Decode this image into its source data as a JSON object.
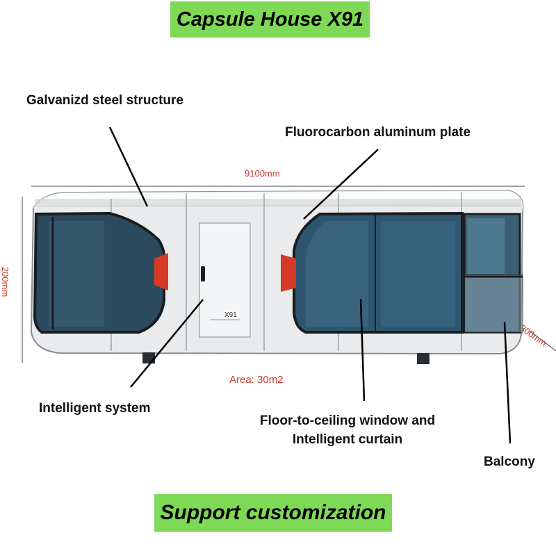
{
  "title": "Capsule House X91",
  "footer": "Support customization",
  "callouts": {
    "steel": "Galvanizd steel structure",
    "plate": "Fluorocarbon aluminum plate",
    "system": "Intelligent system",
    "window_line1": "Floor-to-ceiling window and",
    "window_line2": "Intelligent curtain",
    "balcony": "Balcony"
  },
  "dimensions": {
    "length": "9100mm",
    "height": "200mm",
    "width": "3300mm",
    "area": "Area: 30m2"
  },
  "door_label": "X91",
  "colors": {
    "banner": "#7ed957",
    "shell": "#e9ebec",
    "glass": "#2f4f63",
    "accent": "#d63a26",
    "dimension_text": "#d03a2a"
  }
}
